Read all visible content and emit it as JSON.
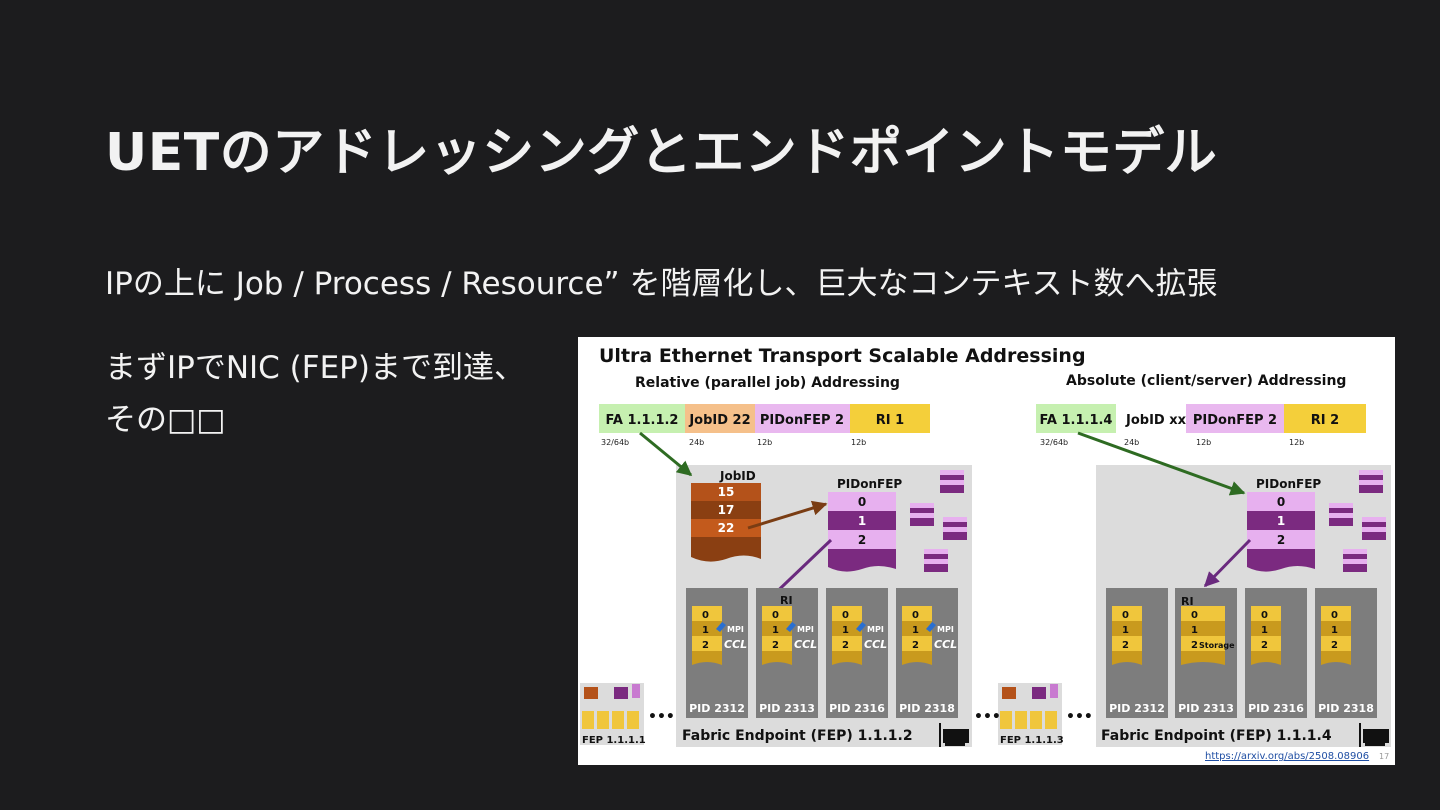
{
  "slide": {
    "title": "UETのアドレッシングとエンドポイントモデル",
    "subtitle": "IPの上に Job / Process / Resource” を階層化し、巨大なコンテキスト数へ拡張",
    "body_line1": "まずIPでNIC (FEP)まで到達、",
    "body_line2": "その□□"
  },
  "figure": {
    "title": "Ultra Ethernet Transport Scalable Addressing",
    "relative_heading": "Relative (parallel job) Addressing",
    "absolute_heading": "Absolute (client/server) Addressing",
    "relative_fields": [
      "FA 1.1.1.2",
      "JobID 22",
      "PIDonFEP 2",
      "RI 1"
    ],
    "absolute_fields": [
      "FA 1.1.1.4",
      "JobID xx",
      "PIDonFEP 2",
      "RI 2"
    ],
    "field_bits": [
      "32/64b",
      "24b",
      "12b",
      "12b"
    ],
    "jobid_label": "JobID",
    "jobid_values": [
      "15",
      "17",
      "22"
    ],
    "pidonfep_label": "PIDonFEP",
    "pidonfep_values": [
      "0",
      "1",
      "2"
    ],
    "ri_label": "RI",
    "ri_values": [
      "0",
      "1",
      "2"
    ],
    "storage_label": "Storage",
    "mpi_label": "MPI",
    "ccl_label": "CCL",
    "pids": [
      "PID 2312",
      "PID 2313",
      "PID 2316",
      "PID 2318"
    ],
    "fep_left": "Fabric Endpoint (FEP) 1.1.1.2",
    "fep_right": "Fabric Endpoint (FEP) 1.1.1.4",
    "fep_small_1": "FEP 1.1.1.1",
    "fep_small_3": "FEP 1.1.1.3",
    "ellipsis": "•••",
    "link": "https://arxiv.org/abs/2508.08906",
    "page_num": "17",
    "colors": {
      "fa": "#c6f0b0",
      "jobid": "#f5c08a",
      "pidonfep": "#e9b8ef",
      "ri": "#f4cf3a",
      "panel": "#dcdcdc",
      "pid_box": "#7d7d7d",
      "jobid_dark": "#8a3f12",
      "jobid_mid": "#c35a1c",
      "pid_dark": "#7b2a80",
      "pid_light": "#e7b0ef",
      "ri_yellow": "#f0c63c",
      "ri_dark": "#c99a1e",
      "arrow_green": "#2e6b22",
      "arrow_brown": "#7a3d14",
      "arrow_purple": "#6a2a7e"
    }
  }
}
